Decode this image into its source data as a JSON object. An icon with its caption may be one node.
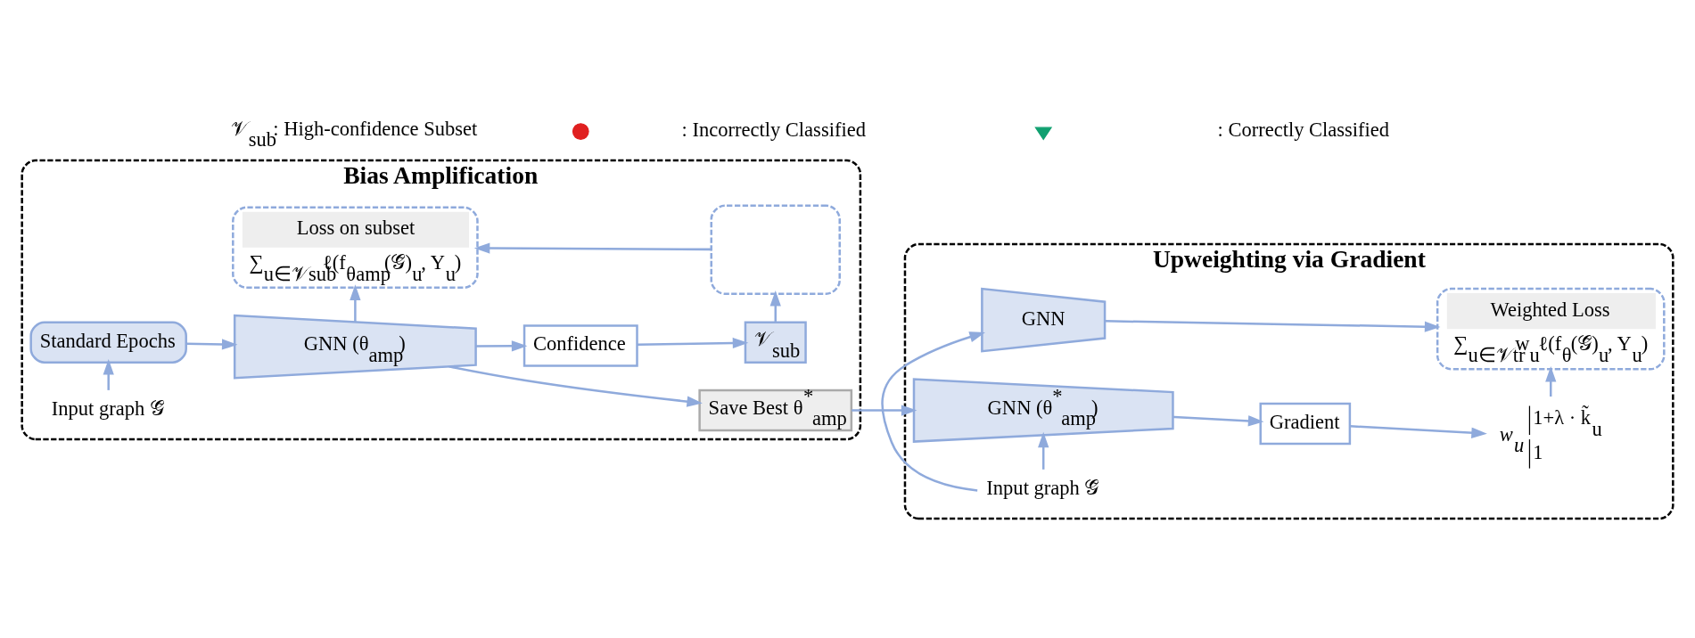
{
  "diagram": {
    "nodes": [
      {
        "text": [
          "Bias Amplification"
        ]
      },
      {
        "text": [
          "Standard Epochs"
        ],
        "in": 0
      },
      {
        "text": [
          "GNN (θ$_{amp}$)"
        ],
        "in": 0
      },
      {
        "text": [
          "Save Best θ$^{*}$$_{amp}$"
        ],
        "in": 0
      },
      {
        "text": [
          "Confidence"
        ],
        "in": 0
      },
      {
        "text": [
          "𝒱$_{sub}$"
        ],
        "in": 0
      },
      {
        "text": [
          "Input graph 𝒢̃"
        ],
        "in": 0
      },
      {
        "text": [
          "Loss on subset",
          "∑$_{u∈𝒱sub}$ℓ(f$_{θamp}$(𝒢̃)$_{u}$, Y$_{u}$)"
        ],
        "in": 0
      },
      {
        "text": [],
        "shape": "box",
        "in": 0
      },
      {
        "text": [
          "Upweighting via Gradient"
        ]
      },
      {
        "text": [
          "GNN (θ$^{*}$$_{amp}$)"
        ],
        "in": 9
      },
      {
        "text": [
          "Gradient"
        ],
        "in": 9
      },
      {
        "text": [
          "w$_{u}$",
          "1+λ · k̃$_{u}$",
          "1"
        ],
        "in": 9
      },
      {
        "text": [
          "Input graph 𝒢̃"
        ],
        "in": 9
      },
      {
        "text": [
          "GNN"
        ],
        "in": 9
      },
      {
        "text": [
          "Weighted Loss",
          "∑$_{u∈𝒱tr}$w$_{u}$ℓ(f$_{θ}$(𝒢̃)$_{u}$, Y$_{u}$)"
        ],
        "in": 9
      }
    ],
    "edges": [
      {
        "from": 6,
        "to": 1,
        "arrow": "to"
      },
      {
        "from": 1,
        "to": 2,
        "arrow": "to"
      },
      {
        "from": 2,
        "to": 3,
        "arrow": "to"
      },
      {
        "from": 2,
        "to": 4,
        "arrow": "to"
      },
      {
        "from": 2,
        "to": 7,
        "arrow": "to"
      },
      {
        "from": 4,
        "to": 5,
        "arrow": "to"
      },
      {
        "from": 5,
        "to": 8,
        "arrow": "to"
      },
      {
        "from": 8,
        "to": 7,
        "arrow": "to"
      },
      {
        "from": 3,
        "to": 10,
        "arrow": "to"
      },
      {
        "from": 10,
        "to": 11,
        "arrow": "to"
      },
      {
        "from": 11,
        "to": 12,
        "arrow": "to"
      },
      {
        "from": 13,
        "to": 10,
        "arrow": "to"
      },
      {
        "from": 13,
        "to": 14,
        "arrow": "to"
      },
      {
        "from": 12,
        "to": 15,
        "arrow": "to"
      },
      {
        "from": 14,
        "to": 15,
        "arrow": "to"
      }
    ],
    "legend": [
      {
        "text": "𝒱$_{sub}$: High-confidence Subset"
      },
      {
        "text": ": Incorrectly Classified"
      },
      {
        "text": ": Correctly Classified"
      }
    ]
  }
}
